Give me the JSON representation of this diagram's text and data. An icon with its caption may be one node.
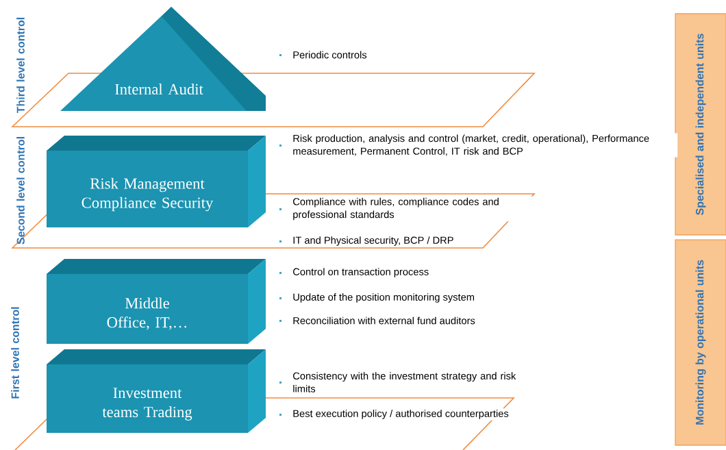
{
  "diagram": {
    "nodes": [
      {
        "text": [
          "Internal Audit"
        ]
      },
      {
        "text": [
          "Risk Management Compliance Security"
        ]
      },
      {
        "text": [
          "Middle Office, IT,…"
        ]
      },
      {
        "text": [
          "Investment teams Trading"
        ]
      },
      {
        "text": [
          "Specialised and independent units"
        ]
      },
      {
        "text": [
          "Monitoring by operational units"
        ]
      }
    ],
    "labels": [
      "Third level control",
      "Periodic controls",
      "Second level control",
      "Risk production, analysis and control (market, credit, operational), Performance measurement, Permanent Control, IT risk and BCP",
      "Compliance with rules, compliance codes and professional standards",
      "IT and Physical security, BCP / DRP",
      "First level control",
      "Control on transaction process",
      "Update of the position monitoring system",
      "Reconciliation with external fund auditors",
      "Consistency with the investment strategy and risk limits",
      "Best execution policy / authorised counterparties"
    ]
  }
}
